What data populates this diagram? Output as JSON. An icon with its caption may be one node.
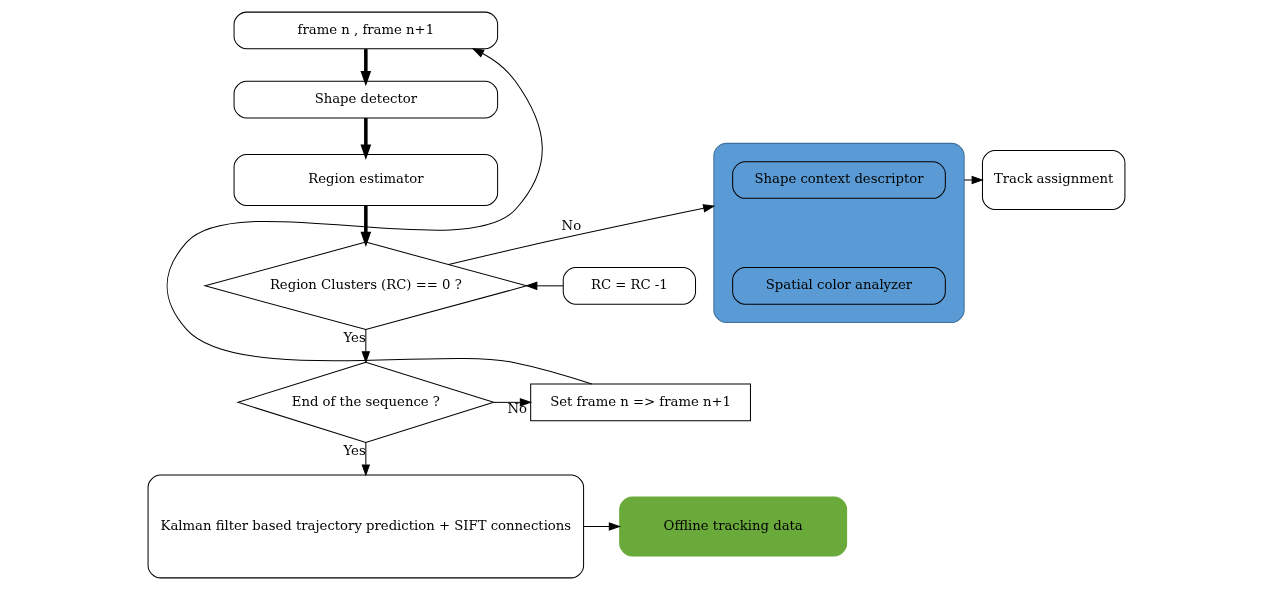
{
  "diagram": {
    "nodes": [
      {
        "text": [
          "frame n , frame n+1"
        ]
      },
      {
        "text": [
          "Shape detector"
        ]
      },
      {
        "text": [
          "Region estimator"
        ]
      },
      {
        "text": [
          "Region Clusters (RC) == 0 ?"
        ]
      },
      {
        "text": [
          "Track assignment"
        ]
      },
      {
        "text": [
          "RC = RC -1"
        ]
      },
      {
        "text": [],
        "shape": "box"
      },
      {
        "text": [
          "Shape context descriptor"
        ],
        "in": 6
      },
      {
        "text": [
          "Spatial color analyzer"
        ],
        "in": 6
      },
      {
        "text": [
          "Set frame n => frame n+1"
        ]
      },
      {
        "text": [
          "End of the sequence ?"
        ]
      },
      {
        "text": [
          "Kalman filter based trajectory prediction + SIFT connections"
        ]
      },
      {
        "text": [
          "Offline tracking data"
        ]
      }
    ],
    "edges": [
      {
        "from": 0,
        "to": 1,
        "arrow": "to",
        "style": "thick"
      },
      {
        "from": 1,
        "to": 2,
        "arrow": "to",
        "style": "thick"
      },
      {
        "from": 2,
        "to": 3,
        "arrow": "to",
        "style": "thick"
      },
      {
        "from": 5,
        "to": 3,
        "arrow": "to"
      },
      {
        "from": 3,
        "to": 6,
        "arrow": "to",
        "label": "No"
      },
      {
        "from": 6,
        "to": 4,
        "arrow": "to"
      },
      {
        "from": 3,
        "to": 10,
        "arrow": "to",
        "label": "Yes"
      },
      {
        "from": 10,
        "to": 9,
        "arrow": "to",
        "label": "No"
      },
      {
        "from": 10,
        "to": 11,
        "arrow": "to",
        "label": "Yes"
      },
      {
        "from": 11,
        "to": 12,
        "arrow": "to"
      },
      {
        "from": 9,
        "to": 0,
        "arrow": "to"
      }
    ]
  }
}
